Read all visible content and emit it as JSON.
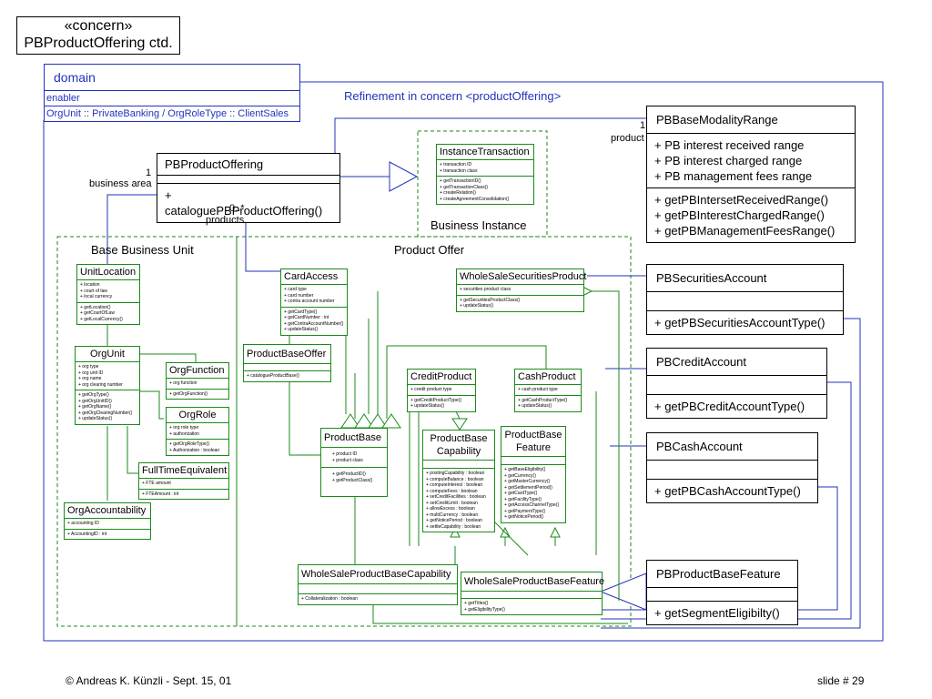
{
  "title": {
    "line1": "«concern»",
    "line2": "PBProductOffering ctd."
  },
  "domain": {
    "name": "domain",
    "role": "enabler",
    "path": "OrgUnit :: PrivateBanking / OrgRoleType :: ClientSales"
  },
  "refinement_label": "Refinement in concern <productOffering>",
  "colors": {
    "concern": "#2233bb",
    "business": "#1a8a1a",
    "core": "#000000"
  },
  "pb_product_offering": {
    "name": "PBProductOffering",
    "op": "+ cataloguePBProductOffering()"
  },
  "multiplicities": {
    "business_area_mult": "1",
    "business_area_role": "business area",
    "products_mult": "0..*",
    "products_role": "products",
    "product_mult": "1",
    "product_role": "product"
  },
  "instance_transaction": {
    "name": "InstanceTransaction",
    "attrs": [
      "+ transaction ID",
      "+ transaction class"
    ],
    "ops": [
      "+ getTransactionID()",
      "+ getTransactionClass()",
      "+ createRelation()",
      "+ createAgreementConsolidation()"
    ],
    "caption": "Business Instance"
  },
  "pb_base_modality_range": {
    "name": "PBBaseModalityRange",
    "attrs": [
      "+ PB interest received range",
      "+ PB interest charged range",
      "+ PB management fees range"
    ],
    "ops": [
      "+ getPBIntersetReceivedRange()",
      "+ getPBInterestChargedRange()",
      "+ getPBManagementFeesRange()"
    ]
  },
  "pb_securities_account": {
    "name": "PBSecuritiesAccount",
    "op": "+ getPBSecuritiesAccountType()"
  },
  "pb_credit_account": {
    "name": "PBCreditAccount",
    "op": "+ getPBCreditAccountType()"
  },
  "pb_cash_account": {
    "name": "PBCashAccount",
    "op": "+ getPBCashAccountType()"
  },
  "pb_product_base_feature": {
    "name": "PBProductBaseFeature",
    "op": "+ getSegmentEligibilty()"
  },
  "base_business_unit": {
    "caption": "Base Business Unit",
    "unit_location": {
      "name": "UnitLocation",
      "attrs": [
        "+ location",
        "+ court of law",
        "+ local currency"
      ],
      "ops": [
        "+ getLocation()",
        "+ getCourtOfLaw",
        "+ getLocalCurrency()"
      ]
    },
    "org_unit": {
      "name": "OrgUnit",
      "attrs": [
        "+ org type",
        "+ org unit ID",
        "+ org name",
        "+ org clearing number"
      ],
      "ops": [
        "+ getOrgType()",
        "+ getOrgUnitID()",
        "+ getOrgName()",
        "+ getOrgClearingNumber()",
        "+ updateStatus()"
      ]
    },
    "org_function": {
      "name": "OrgFunction",
      "attrs": [
        "+ org function"
      ],
      "ops": [
        "+ getOrgFunction()"
      ]
    },
    "org_role": {
      "name": "OrgRole",
      "attrs": [
        "+ org role type",
        "+ authorization"
      ],
      "ops": [
        "+ getOrgRoleType()",
        "+ Authorization : boolean"
      ]
    },
    "full_time_equivalent": {
      "name": "FullTimeEquivalent",
      "attrs": [
        "+ FTE amount"
      ],
      "ops": [
        "+ FTEAmount : int"
      ]
    },
    "org_accountability": {
      "name": "OrgAccountability",
      "attrs": [
        "+ accounting ID"
      ],
      "ops": [
        "+ AccountingID : int"
      ]
    }
  },
  "product_offer": {
    "caption": "Product Offer",
    "card_access": {
      "name": "CardAccess",
      "attrs": [
        "+ card type",
        "+ card number",
        "+ contra account number"
      ],
      "ops": [
        "+ getCardType()",
        "+ getCardNumber : int",
        "+ getContraAccountNumber()",
        "+ updateStatus()"
      ]
    },
    "product_base_offer": {
      "name": "ProductBaseOffer",
      "ops": [
        "+ catalogueProductBase()"
      ]
    },
    "wholesale_securities_product": {
      "name": "WholeSaleSecuritiesProduct",
      "attrs": [
        "+ securities product class"
      ],
      "ops": [
        "+ getSecuritiesProductClass()",
        "+ updateStatus()"
      ]
    },
    "credit_product": {
      "name": "CreditProduct",
      "attrs": [
        "+ credit product type"
      ],
      "ops": [
        "+ getCreditProductType()",
        "+ updateStatus()"
      ]
    },
    "cash_product": {
      "name": "CashProduct",
      "attrs": [
        "+ cash product type"
      ],
      "ops": [
        "+ getCashProductType()",
        "+ updateStatus()"
      ]
    },
    "product_base": {
      "name": "ProductBase",
      "attrs": [
        "+ product ID",
        "+ product class"
      ],
      "ops": [
        "+ getProductID()",
        "+ getProductClass()"
      ]
    },
    "product_base_capability": {
      "name_l1": "ProductBase",
      "name_l2": "Capability",
      "ops": [
        "+ postingCapability : boolean",
        "+ computeBalance : boolean",
        "+ computeInterest : boolean",
        "+ computeFees : boolean",
        "+ setCreditFacilities : boolean",
        "+ setCreditLimit : boolean",
        "+ allowExcess : boolean",
        "+ multiCurrency : boolean",
        "+ getNoticePeriod : boolean",
        "+ settleCapability : boolean"
      ]
    },
    "product_base_feature": {
      "name_l1": "ProductBase",
      "name_l2": "Feature",
      "ops": [
        "+ getBaseEligibility()",
        "+ getCurrency()",
        "+ getMasterCurrency()",
        "+ getSettlementPeriod()",
        "+ getCardType()",
        "+ getFacilityType()",
        "+ getAccessChannelType()",
        "+ getPaymentType()",
        "+ getNoticePeriod()"
      ]
    },
    "wholesale_product_base_capability": {
      "name": "WholeSaleProductBaseCapability",
      "ops": [
        "+ Collateralization : boolean"
      ]
    },
    "wholesale_product_base_feature": {
      "name": "WholeSaleProductBaseFeature",
      "ops": [
        "+ getTitles()",
        "+ getEligibilityType()"
      ]
    }
  },
  "footer": {
    "left": "© Andreas K. Künzli - Sept. 15, 01",
    "right": "slide # 29"
  }
}
